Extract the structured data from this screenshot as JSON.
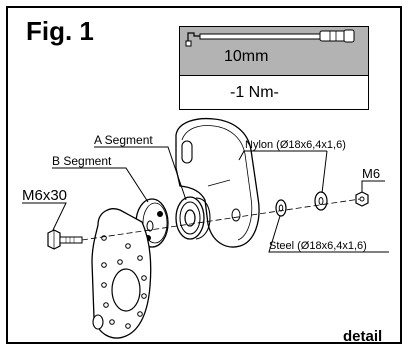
{
  "figure": {
    "label": "Fig. 1",
    "spec": {
      "wrench_size": "10mm",
      "torque": "-1 Nm-"
    },
    "callouts": {
      "a_segment": "A Segment",
      "b_segment": "B Segment",
      "nylon_washer": "Nylon (Ø18x6,4x1,6)",
      "steel_washer": "Steel (Ø18x6,4x1,6)",
      "bolt": "M6x30",
      "nut": "M6"
    },
    "footer": "detail"
  }
}
